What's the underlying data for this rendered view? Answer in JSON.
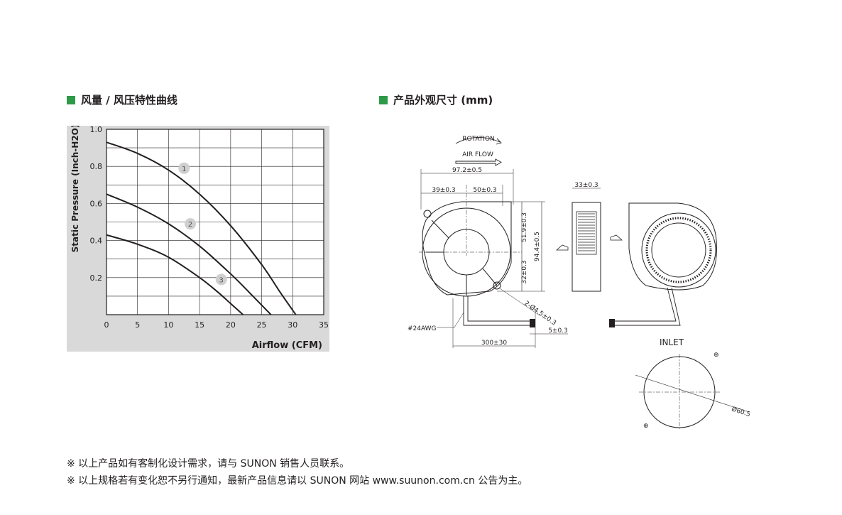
{
  "sections": {
    "curve_title": "风量 / 风压特性曲线",
    "dimension_title": "产品外观尺寸 (mm)"
  },
  "chart_data": {
    "type": "line",
    "title": "",
    "xlabel": "Airflow (CFM)",
    "ylabel": "Static Pressure (Inch-H2O)",
    "xlim": [
      0,
      35
    ],
    "ylim": [
      0,
      1.0
    ],
    "xticks": [
      "0",
      "5",
      "10",
      "15",
      "20",
      "25",
      "30",
      "35"
    ],
    "yticks": [
      "0.2",
      "0.4",
      "0.6",
      "0.8",
      "1.0"
    ],
    "grid": true,
    "series": [
      {
        "name": "1",
        "x": [
          0,
          5,
          10,
          15,
          20,
          25,
          28,
          30.5
        ],
        "y": [
          0.93,
          0.87,
          0.78,
          0.65,
          0.48,
          0.27,
          0.12,
          0.0
        ],
        "label_at": [
          12.5,
          0.79
        ]
      },
      {
        "name": "2",
        "x": [
          0,
          5,
          10,
          15,
          20,
          23,
          26.5
        ],
        "y": [
          0.65,
          0.58,
          0.49,
          0.37,
          0.22,
          0.12,
          0.0
        ],
        "label_at": [
          13.5,
          0.49
        ]
      },
      {
        "name": "3",
        "x": [
          0,
          5,
          10,
          15,
          18,
          20,
          22
        ],
        "y": [
          0.43,
          0.38,
          0.31,
          0.2,
          0.12,
          0.06,
          0.0
        ],
        "label_at": [
          18.5,
          0.19
        ]
      }
    ]
  },
  "drawing": {
    "rotation": "ROTATION",
    "air_flow": "AIR FLOW",
    "dim_width": "97.2±0.5",
    "dim_left": "39±0.3",
    "dim_right": "50±0.3",
    "dim_depth": "33±0.3",
    "dim_upper": "51.9±0.3",
    "dim_height": "94.4±0.5",
    "dim_lower": "32±0.3",
    "dim_hole": "2-Ø4.5±0.3",
    "wire_gauge": "#24AWG",
    "dim_strip": "5±0.3",
    "dim_lead": "300±30",
    "inlet": "INLET",
    "dim_inlet": "Ø60.5"
  },
  "notes": [
    "※ 以上产品如有客制化设计需求，请与 SUNON 销售人员联系。",
    "※ 以上规格若有变化恕不另行通知，最新产品信息请以 SUNON 网站 www.suunon.com.cn 公告为主。"
  ],
  "colors": {
    "accent": "#2e9a48",
    "panel": "#d9d9d9",
    "ink": "#231f20"
  }
}
